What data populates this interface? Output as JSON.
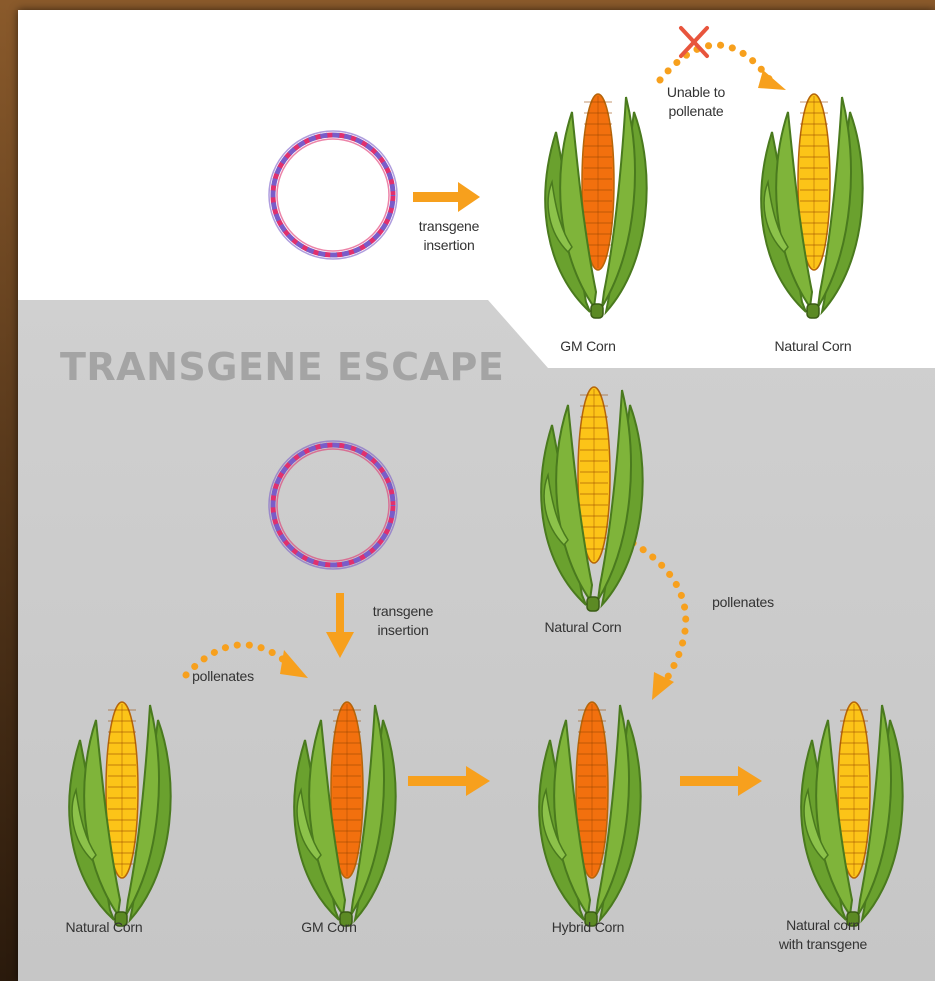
{
  "title": "TRANSGENE ESCAPE",
  "colors": {
    "background_top": "#ffffff",
    "background_bottom": "#cfcfcf",
    "arrow": "#f7a01d",
    "cross": "#e8553d",
    "kernel_gm": "#f2700e",
    "kernel_natural": "#fcc418",
    "husk": "#7fb43a",
    "plasmid_pink": "#e0306e",
    "plasmid_violet": "#7a5cc8"
  },
  "labels": {
    "top_transgene_insertion": "transgene\ninsertion",
    "top_unable": "Unable to\npollenate",
    "top_gm_corn": "GM Corn",
    "top_natural_corn": "Natural Corn",
    "mid_transgene_insertion": "transgene\ninsertion",
    "mid_natural_corn": "Natural Corn",
    "mid_pollenates_right": "pollenates",
    "mid_pollenates_left": "pollenates",
    "bottom_natural_corn": "Natural Corn",
    "bottom_gm_corn": "GM Corn",
    "bottom_hybrid_corn": "Hybrid Corn",
    "bottom_natural_with_transgene": "Natural corn\nwith transgene"
  },
  "nodes": [
    {
      "id": "top-gm",
      "kind": "gm"
    },
    {
      "id": "top-natural",
      "kind": "natural"
    },
    {
      "id": "mid-natural",
      "kind": "natural"
    },
    {
      "id": "bottom-natural",
      "kind": "natural"
    },
    {
      "id": "bottom-gm",
      "kind": "gm"
    },
    {
      "id": "bottom-hybrid",
      "kind": "hybrid"
    },
    {
      "id": "bottom-result",
      "kind": "natural"
    }
  ]
}
